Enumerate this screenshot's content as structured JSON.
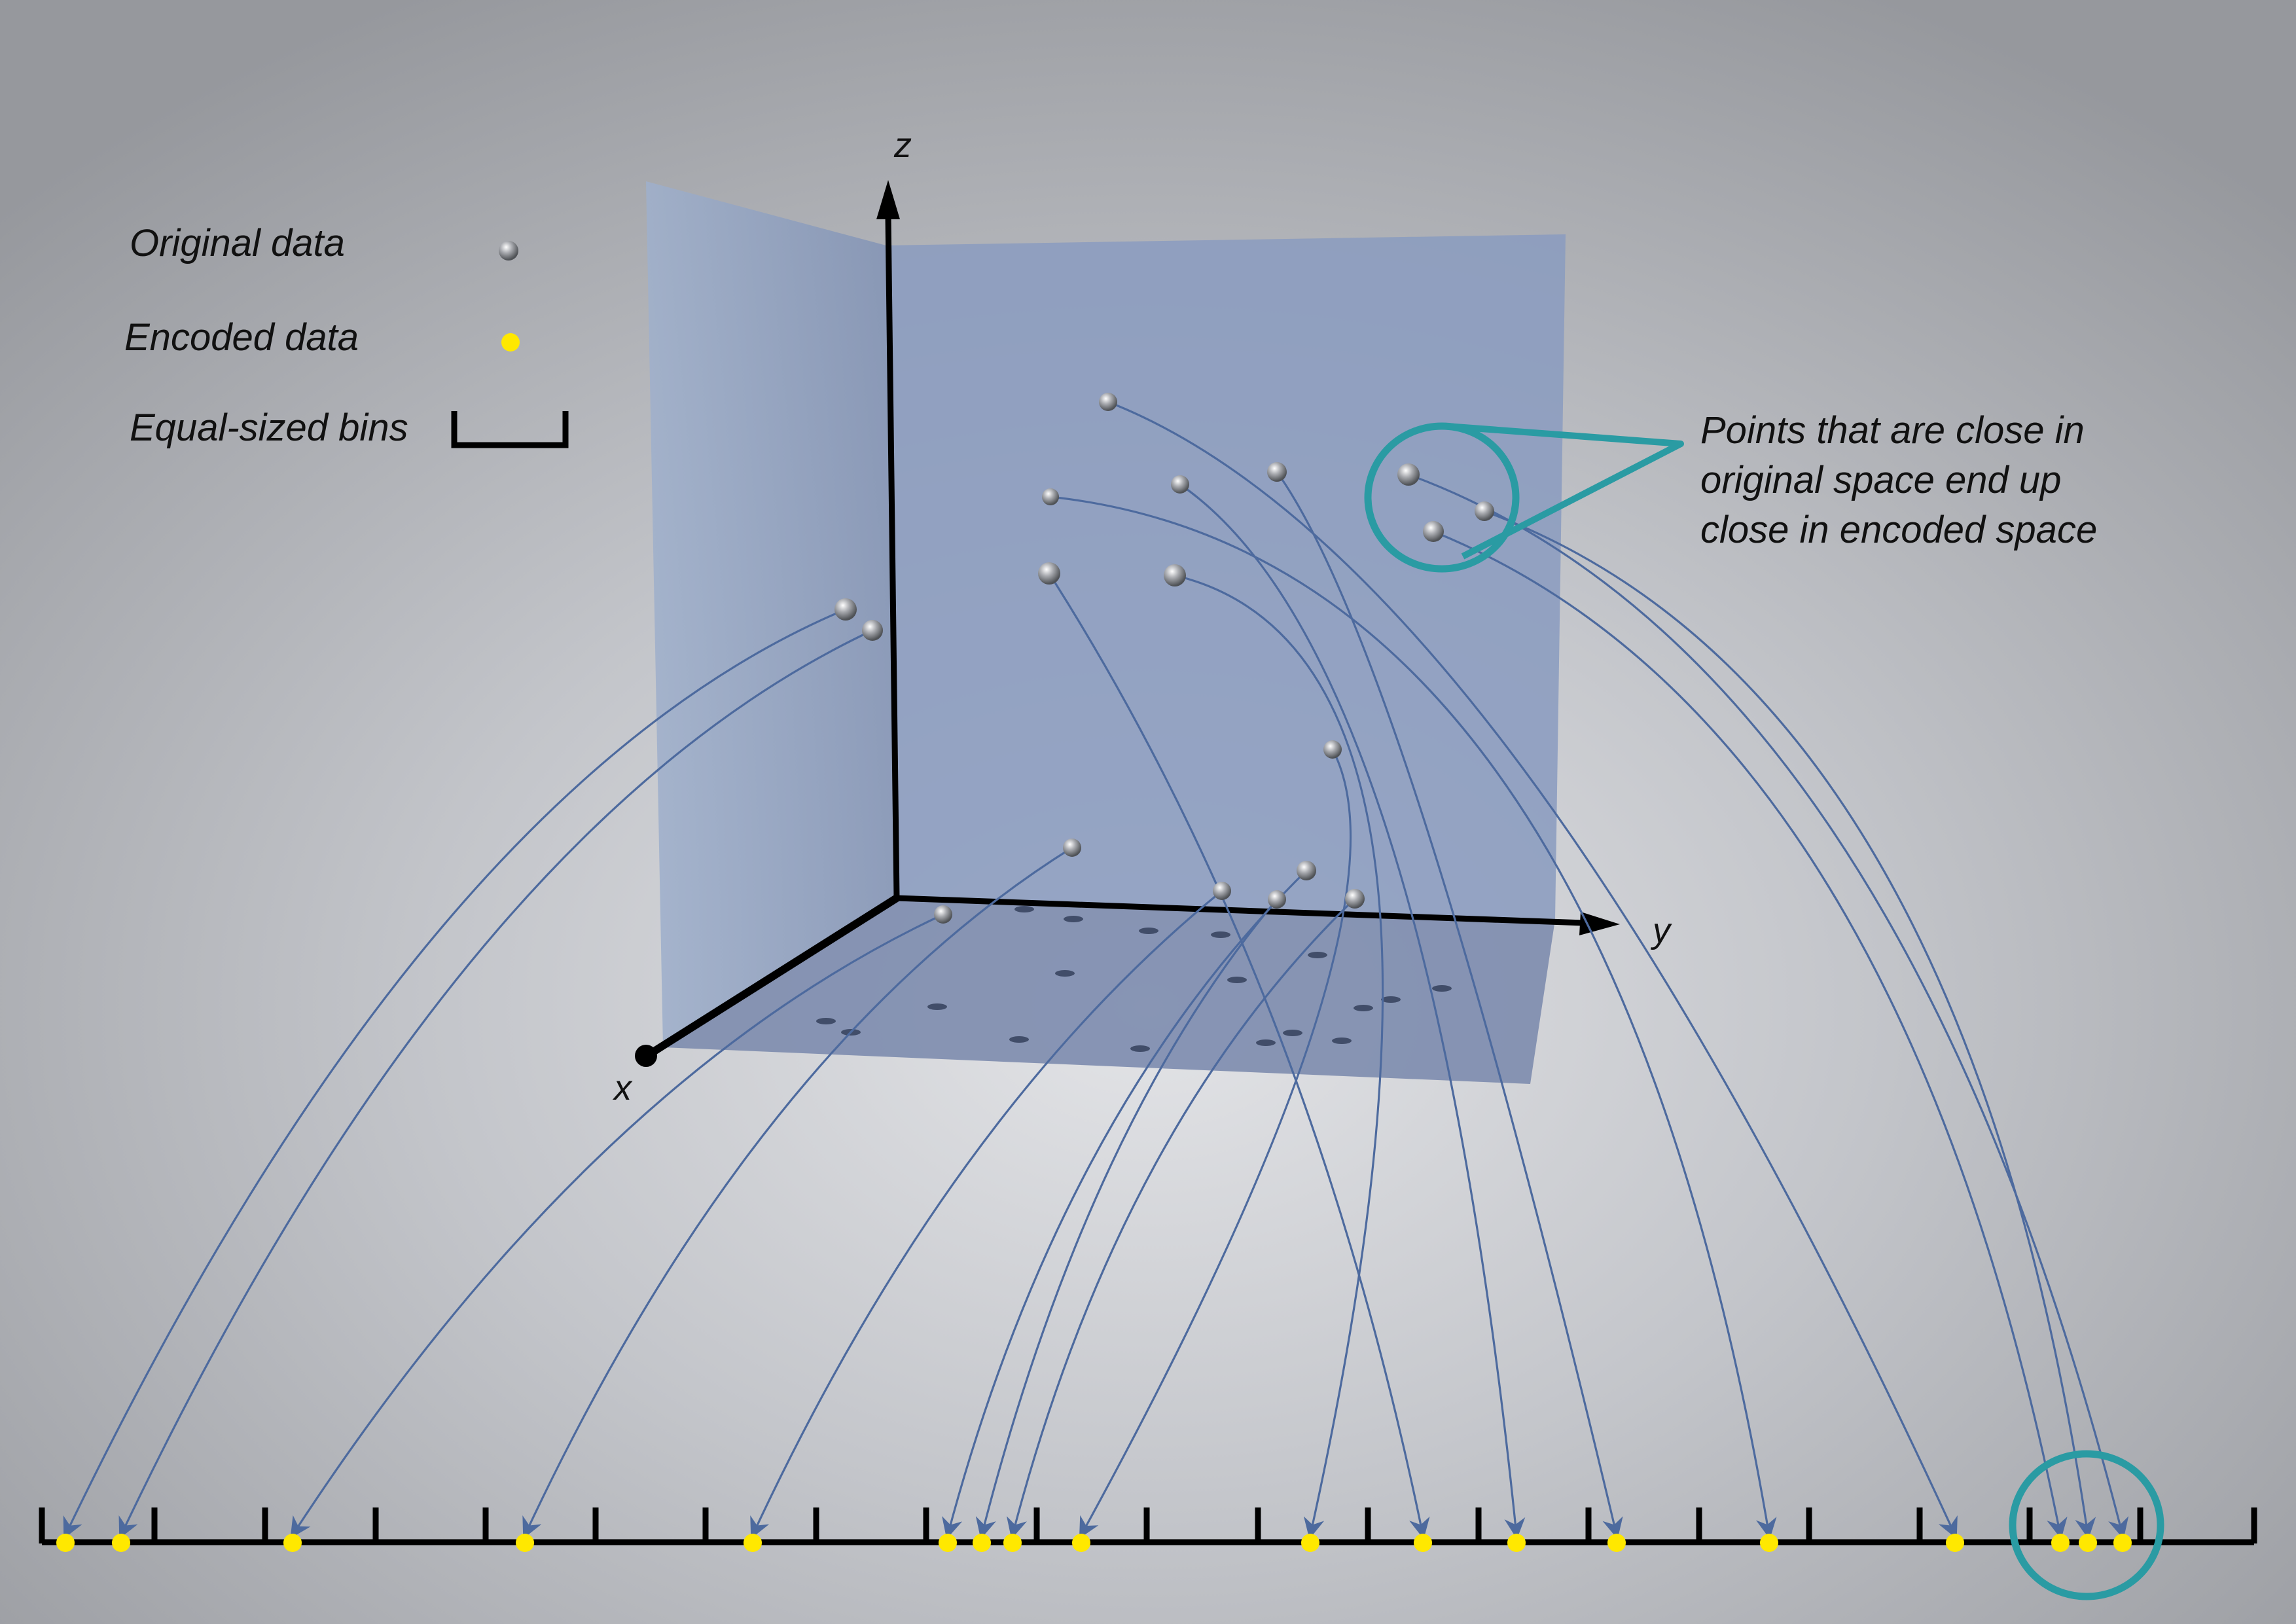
{
  "legend": {
    "original_label": "Original data",
    "encoded_label": "Encoded data",
    "bins_label": "Equal-sized bins"
  },
  "axes": {
    "x": "x",
    "y": "y",
    "z": "z"
  },
  "callout": {
    "line1": "Points that are close in",
    "line2": "original space end up",
    "line3": "close in encoded space"
  },
  "colors": {
    "plane": "#8a9bbd",
    "arrow": "#4d6a9e",
    "encoded": "#ffe800",
    "callout": "#2a9ba3"
  }
}
